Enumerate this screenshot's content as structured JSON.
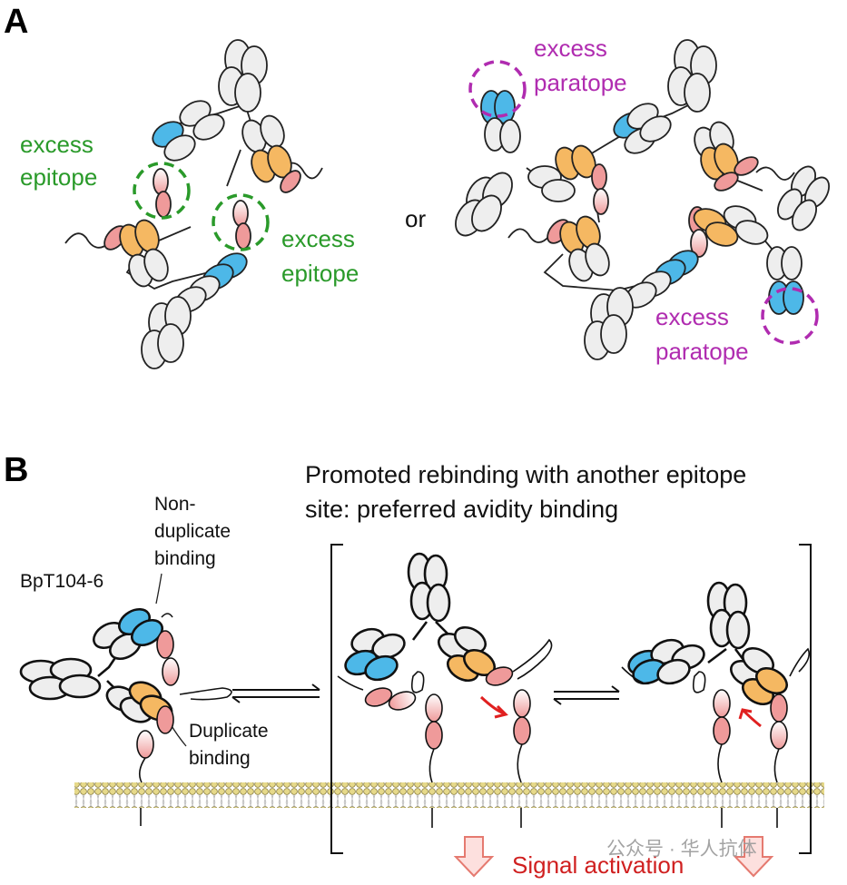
{
  "panel_a": {
    "label": "A",
    "excess_epitope_1_line1": "excess",
    "excess_epitope_1_line2": "epitope",
    "excess_epitope_2_line1": "excess",
    "excess_epitope_2_line2": "epitope",
    "or": "or",
    "excess_paratope_1_line1": "excess",
    "excess_paratope_1_line2": "paratope",
    "excess_paratope_2_line1": "excess",
    "excess_paratope_2_line2": "paratope"
  },
  "panel_b": {
    "label": "B",
    "title_line1": "Promoted rebinding with another epitope",
    "title_line2": "site: preferred avidity binding",
    "bpt_label": "BpT104-6",
    "non_dup_line1": "Non-",
    "non_dup_line2": "duplicate",
    "non_dup_line3": "binding",
    "dup_line1": "Duplicate",
    "dup_line2": "binding",
    "signal": "Signal activation"
  },
  "watermark": "公众号 · 华人抗体",
  "colors": {
    "green": "#2a9a2a",
    "magenta": "#b02cb0",
    "blue": "#4db8e8",
    "orange": "#f5b862",
    "pink": "#ef9a9a",
    "red": "#e02020"
  }
}
